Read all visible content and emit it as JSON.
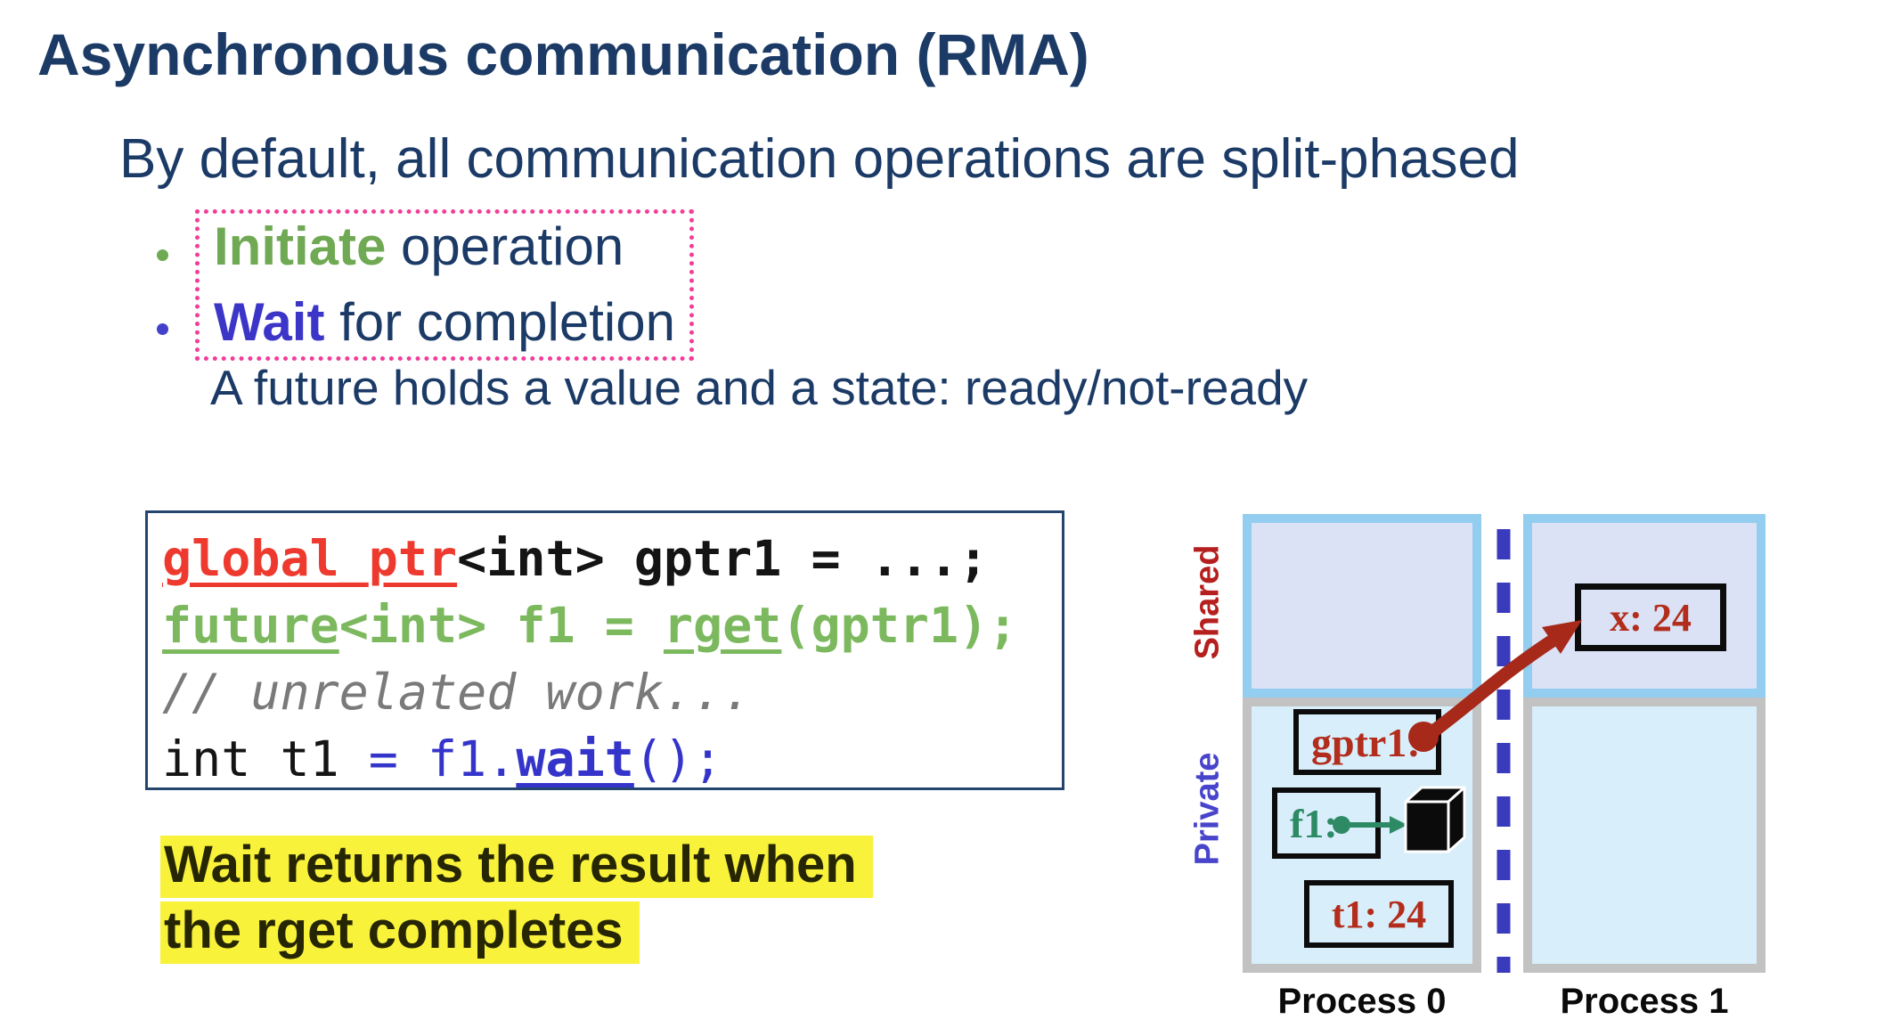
{
  "slide": {
    "title": "Asynchronous communication (RMA)",
    "subtitle": "By default, all communication operations are split-phased",
    "bullets": [
      {
        "keyword": "Initiate",
        "rest": " operation"
      },
      {
        "keyword": "Wait",
        "rest": " for completion"
      }
    ],
    "note": "A future holds a value and a state: ready/not-ready",
    "highlight": {
      "line1": "Wait returns the result when",
      "line2": "the rget completes"
    }
  },
  "code": {
    "lines": [
      {
        "seg0": "global_ptr",
        "seg1": "<int> gptr1 = ...;"
      },
      {
        "seg0": "future",
        "seg1": "<int> f1 = ",
        "seg2": "rget",
        "seg3": "(gptr1);"
      },
      {
        "seg0": "// unrelated work..."
      },
      {
        "seg0": "int t1 ",
        "seg1": "= ",
        "seg2": "f1.",
        "seg3": "wait",
        "seg4": "();"
      }
    ]
  },
  "diagram": {
    "shared_label": "Shared",
    "private_label": "Private",
    "process0": {
      "label": "Process 0",
      "gptr1_box": "gptr1:",
      "f1_box": "f1:",
      "t1_box": "t1: 24"
    },
    "process1": {
      "label": "Process 1",
      "x_box": "x: 24"
    }
  },
  "colors": {
    "heading_navy": "#1b3a66",
    "bullet_green": "#6fa953",
    "bullet_blue": "#3b35c8",
    "pink_border": "#f33d99",
    "highlight_yellow": "#f9f23a",
    "code_red": "#ee3a2e",
    "code_green": "#7cb95e",
    "code_comment_gray": "#7a7a7a",
    "code_blue": "#3434cb",
    "box_text_red": "#b22d1c",
    "future_teal": "#2d8a64",
    "transfer_arrow_red": "#a6291a",
    "divider_blue": "#3a3abd",
    "shared_fill": "#dbe2f6",
    "shared_border": "#93cdf0",
    "private_fill": "#d8eefa",
    "private_border": "#c2c2c2"
  }
}
